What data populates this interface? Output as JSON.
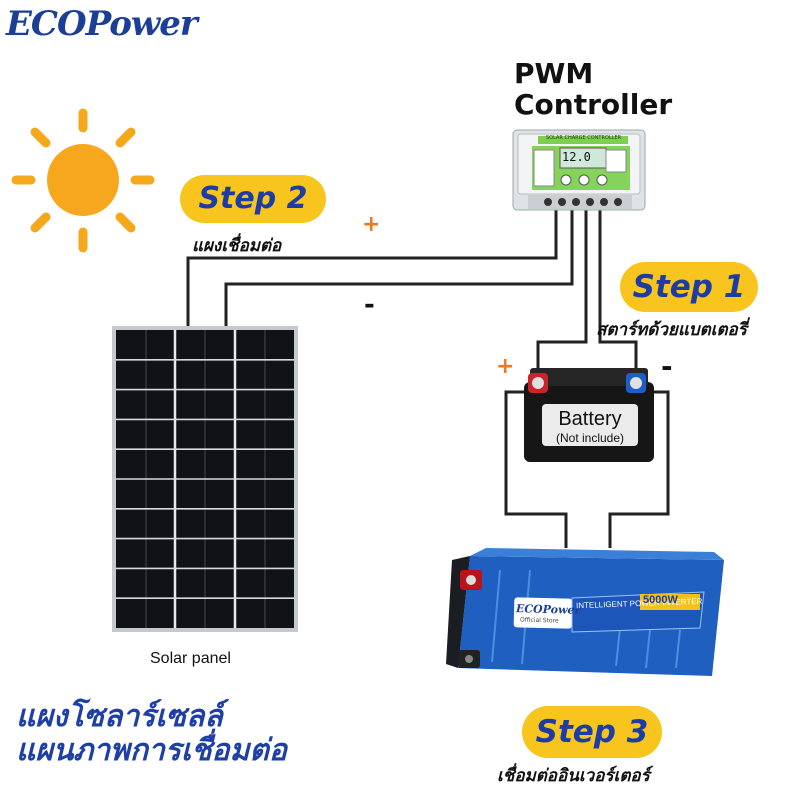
{
  "brand": {
    "logo": "ECOPower"
  },
  "controller": {
    "title_line1": "PWM",
    "title_line2": "Controller",
    "panel_text": "SOLAR CHARGE CONTROLLER",
    "display_value": "12.0"
  },
  "steps": {
    "step2": {
      "label": "Step 2",
      "caption": "แผงเชื่อมต่อ"
    },
    "step1": {
      "label": "Step 1",
      "caption": "สตาร์ทด้วยแบตเตอรี่"
    },
    "step3": {
      "label": "Step 3",
      "caption": "เชื่อมต่ออินเวอร์เตอร์"
    }
  },
  "signs": {
    "plus": "+",
    "minus": "-"
  },
  "battery": {
    "label": "Battery",
    "note": "(Not include)"
  },
  "solar_panel": {
    "label": "Solar panel"
  },
  "inverter": {
    "brand": "ECOPower",
    "store": "Official Store",
    "title": "INTELLIGENT POWER INVERTER",
    "rating": "5000W"
  },
  "footer_title": {
    "line1": "แผงโซลาร์เซลล์",
    "line2": "แผนภาพการเชื่อมต่อ"
  },
  "colors": {
    "brand_blue": "#1b3f97",
    "step_yellow": "#f7c51e",
    "plus_orange": "#f07a1a",
    "sun": "#f5a81c"
  }
}
